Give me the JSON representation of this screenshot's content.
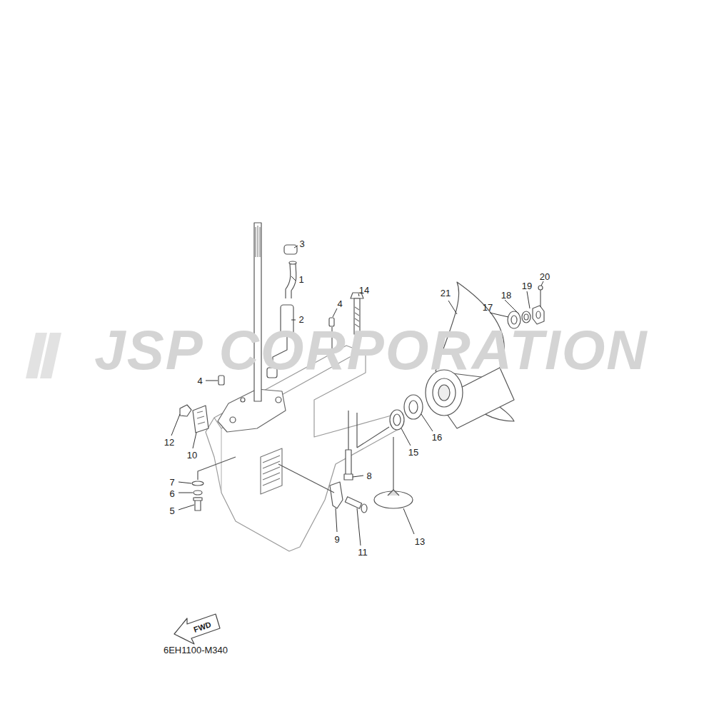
{
  "diagram": {
    "labels": [
      "3",
      "1",
      "14",
      "2",
      "4",
      "21",
      "18",
      "19",
      "20",
      "17",
      "4",
      "12",
      "10",
      "16",
      "15",
      "8",
      "7",
      "6",
      "5",
      "9",
      "11",
      "13",
      "FWD",
      "6EH1100-M340",
      "JSP CORPORATION"
    ]
  }
}
